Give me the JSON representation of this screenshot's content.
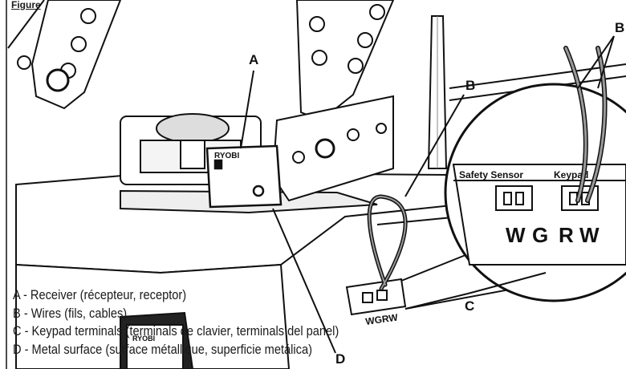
{
  "figure_label": "Figure",
  "callouts": {
    "a": "A",
    "b1": "B",
    "b2": "B",
    "c": "C",
    "d": "D"
  },
  "receiver_brand": "RYOBI",
  "motor_brand": "RYOBI",
  "terminal_labels": {
    "safety_sensor": "Safety Sensor",
    "keypad": "Keypad",
    "w1": "W",
    "g": "G",
    "r": "R",
    "w2": "W",
    "small": "WGRW"
  },
  "legend": {
    "a": "A - Receiver (récepteur, receptor)",
    "b": "B - Wires (fils, cables)",
    "c": "C - Keypad terminals (terminals de clavier, terminals del panel)",
    "d": "D - Metal surface (surface métallique, superficie metálica)"
  },
  "colors": {
    "line": "#111111",
    "wire": "#9a9a9a",
    "paper": "#ffffff",
    "shade": "#d9d9d9"
  }
}
